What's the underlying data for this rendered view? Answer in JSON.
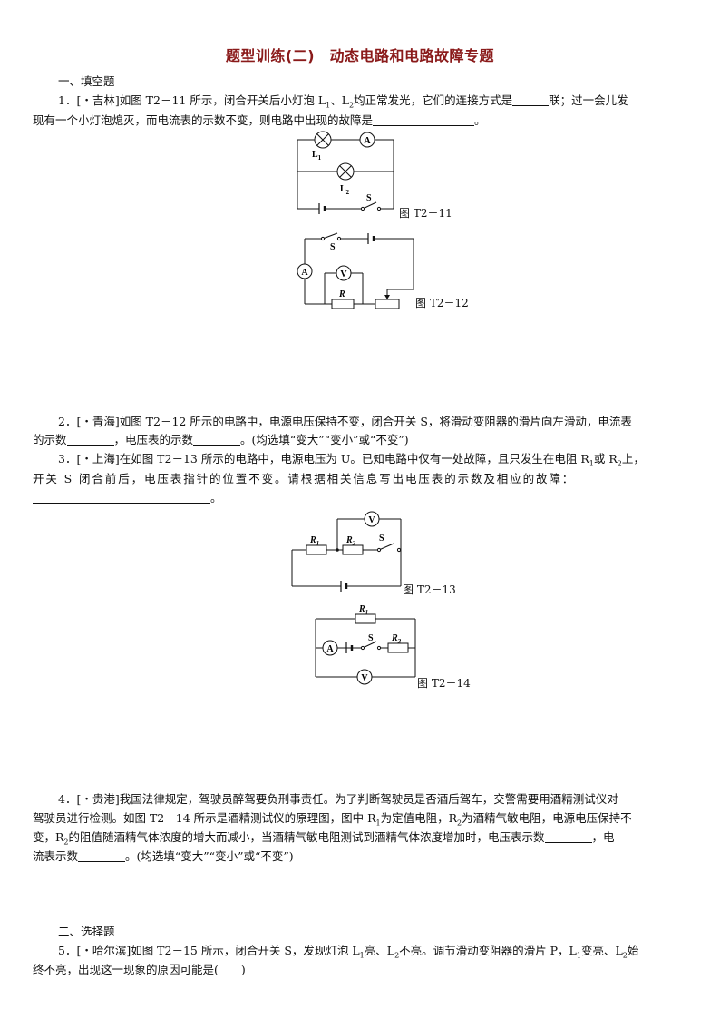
{
  "title": "题型训练(二)　动态电路和电路故障专题",
  "sections": {
    "fill": "一、填空题",
    "choice": "二、选择题"
  },
  "q1": {
    "line1_a": "1．[・吉林]如图 T2－11 所示，闭合开关后小灯泡 L",
    "sub1": "1",
    "line1_b": "、L",
    "sub2": "2",
    "line1_c": "均正常发光，它们的连接方式是",
    "line1_d": "联；过一会儿发",
    "line2_a": "现有一个小灯泡熄灭，而电流表的示数不变，则电路中出现的故障是",
    "line2_b": "。"
  },
  "fig11": {
    "label": "图 T2－11",
    "L1": "L",
    "L1sub": "1",
    "L2": "L",
    "L2sub": "2",
    "S": "S",
    "A": "A"
  },
  "fig12": {
    "label": "图 T2－12",
    "S": "S",
    "A": "A",
    "V": "V",
    "R": "R"
  },
  "q2": {
    "line1_a": "2．[・青海]如图 T2－12 所示的电路中，电源电压保持不变，闭合开关 S，将滑动变阻器的滑片向左滑动，电流表",
    "line2_a": "的示数",
    "line2_b": "，电压表的示数",
    "line2_c": "。(均选填“变大”“变小”或“不变”)"
  },
  "q3": {
    "line1_a": "3．[・上海]在如图 T2－13 所示的电路中，电源电压为 U。已知电路中仅有一处故障，且只发生在电阻 R",
    "sub1": "1",
    "line1_b": "或 R",
    "sub2": "2",
    "line1_c": "上，",
    "line2": "开关 S 闭合前后，电压表指针的位置不变。请根据相关信息写出电压表的示数及相应的故障：",
    "line3_b": "。"
  },
  "fig13": {
    "label": "图 T2－13",
    "R1": "R",
    "R1sub": "1",
    "R2": "R",
    "R2sub": "2",
    "S": "S",
    "V": "V"
  },
  "fig14": {
    "label": "图 T2－14",
    "R1": "R",
    "R1sub": "1",
    "R2": "R",
    "R2sub": "2",
    "S": "S",
    "A": "A",
    "V": "V"
  },
  "q4": {
    "line1": "4．[・贵港]我国法律规定，驾驶员醉驾要负刑事责任。为了判断驾驶员是否酒后驾车，交警需要用酒精测试仪对",
    "line2_a": "驾驶员进行检测。如图 T2－14 所示是酒精测试仪的原理图，图中 R",
    "sub1": "1",
    "line2_b": "为定值电阻，R",
    "sub2": "2",
    "line2_c": "为酒精气敏电阻，电源电压保持不",
    "line3_a": "变，R",
    "sub3": "2",
    "line3_b": "的阻值随酒精气体浓度的增大而减小，当酒精气敏电阻测试到酒精气体浓度增加时，电压表示数",
    "line3_c": "，电",
    "line4_a": "流表示数",
    "line4_b": "。(均选填“变大”“变小”或“不变”)"
  },
  "q5": {
    "line1_a": "5．[・哈尔滨]如图 T2－15 所示，闭合开关 S，发现灯泡 L",
    "sub1": "1",
    "line1_b": "亮、L",
    "sub2": "2",
    "line1_c": "不亮。调节滑动变阻器的滑片 P，L",
    "sub3": "1",
    "line1_d": "变亮、L",
    "sub4": "2",
    "line1_e": "始",
    "line2": "终不亮，出现这一现象的原因可能是(　　)"
  }
}
